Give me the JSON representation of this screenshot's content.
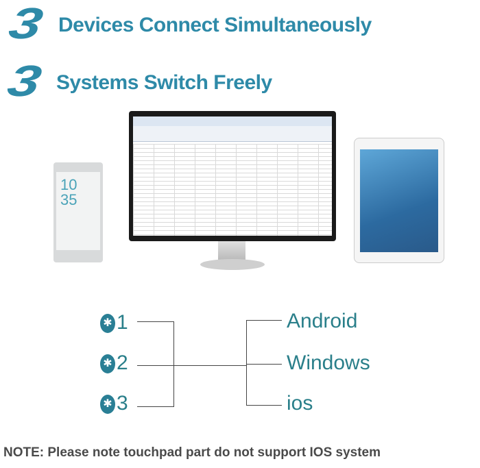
{
  "headings": [
    {
      "number": "3",
      "text": "Devices Connect Simultaneously"
    },
    {
      "number": "3",
      "text": "Systems Switch Freely"
    }
  ],
  "phone": {
    "time_hours": "10",
    "time_minutes": "35"
  },
  "connections": {
    "channels": [
      {
        "icon": "bluetooth-icon",
        "label": "1"
      },
      {
        "icon": "bluetooth-icon",
        "label": "2"
      },
      {
        "icon": "bluetooth-icon",
        "label": "3"
      }
    ],
    "systems": [
      "Android",
      "Windows",
      "ios"
    ]
  },
  "note": "NOTE: Please note touchpad part do not support IOS system",
  "colors": {
    "accent": "#2e8aa8",
    "label": "#2a7f8a"
  }
}
